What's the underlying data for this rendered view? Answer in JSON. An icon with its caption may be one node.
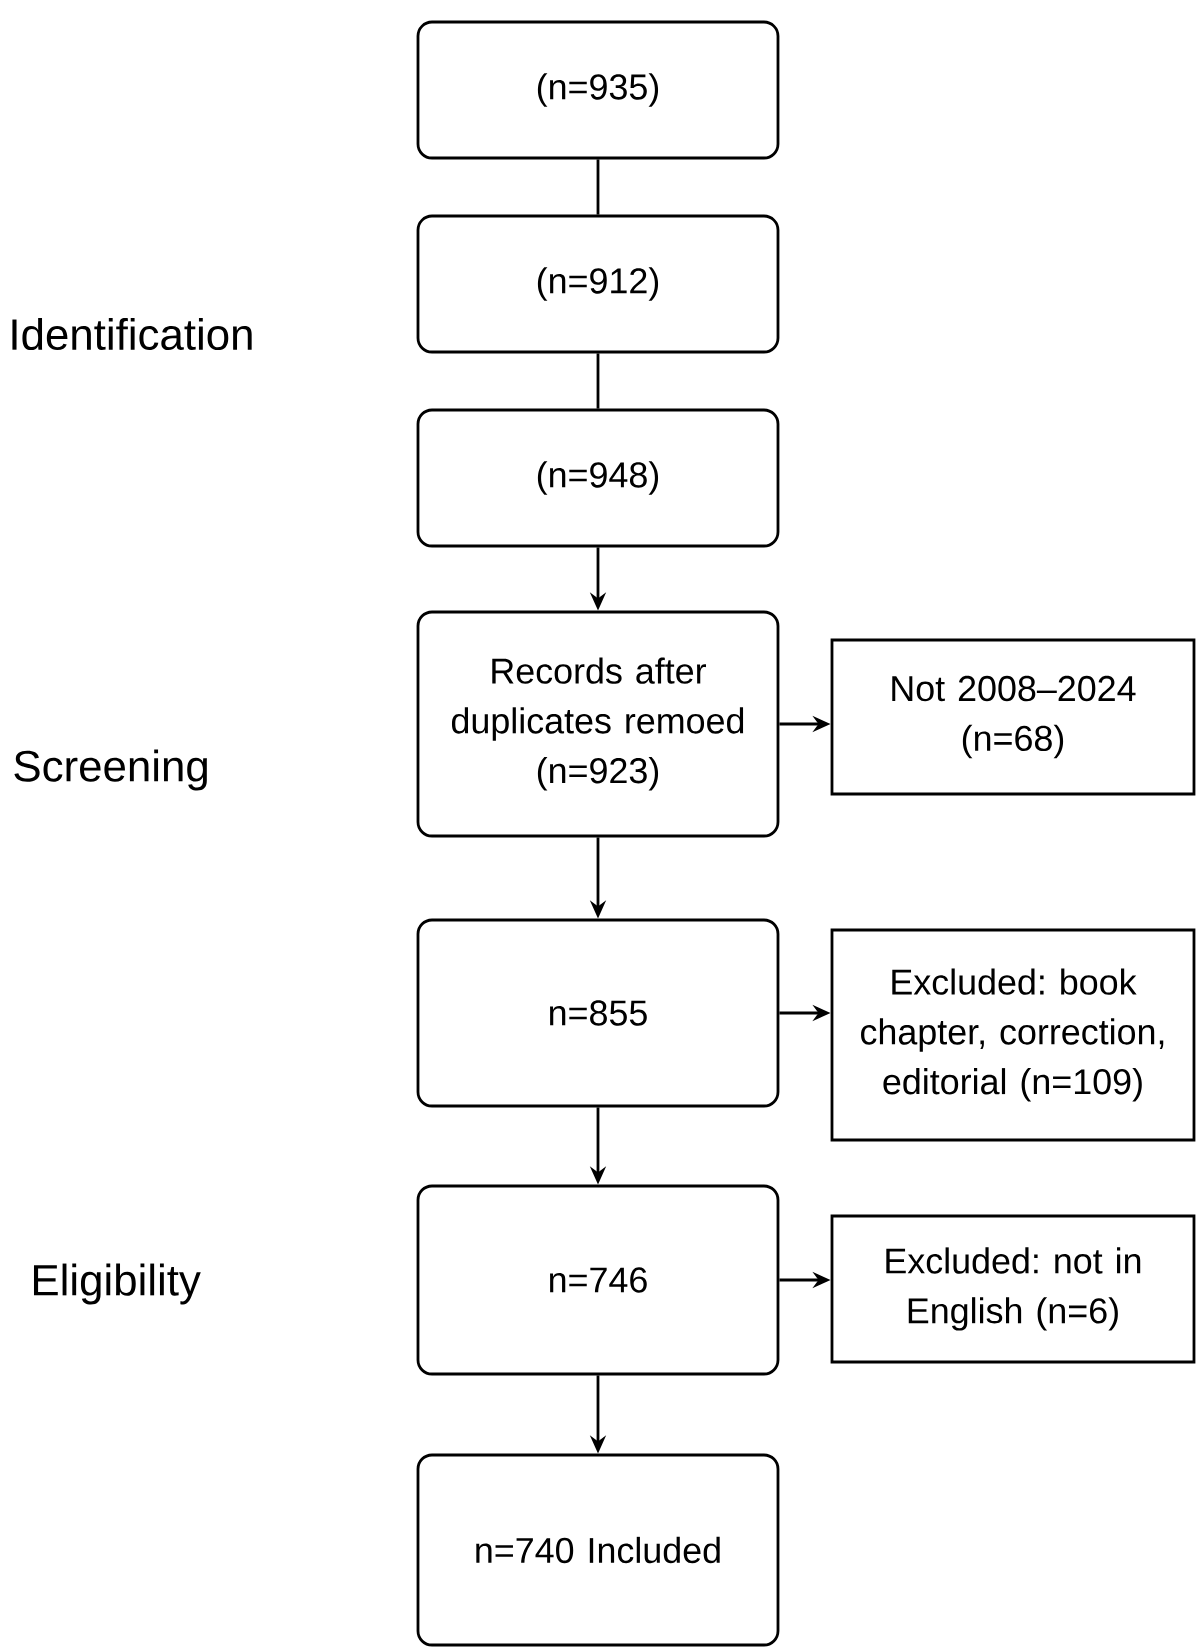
{
  "diagram": {
    "nodes": [
      {
        "text": [
          "(n=935)"
        ]
      },
      {
        "text": [
          "(n=912)"
        ]
      },
      {
        "text": [
          "(n=948)"
        ]
      },
      {
        "text": [
          "Records after duplicates remoed (n=923)"
        ]
      },
      {
        "text": [
          "Not 2008–2024 (n=68)"
        ]
      },
      {
        "text": [
          "n=855"
        ]
      },
      {
        "text": [
          "Excluded: book chapter, correction, editorial (n=109)"
        ]
      },
      {
        "text": [
          "n=746"
        ]
      },
      {
        "text": [
          "Excluded: not in English (n=6)"
        ]
      },
      {
        "text": [
          "n=740 Included"
        ]
      }
    ],
    "edges": [
      {
        "from": 0,
        "to": 1,
        "arrow": "none"
      },
      {
        "from": 1,
        "to": 2,
        "arrow": "none"
      },
      {
        "from": 2,
        "to": 3,
        "arrow": "to"
      },
      {
        "from": 3,
        "to": 4,
        "arrow": "to"
      },
      {
        "from": 3,
        "to": 5,
        "arrow": "to"
      },
      {
        "from": 5,
        "to": 6,
        "arrow": "to"
      },
      {
        "from": 5,
        "to": 7,
        "arrow": "to"
      },
      {
        "from": 7,
        "to": 8,
        "arrow": "to"
      },
      {
        "from": 7,
        "to": 9,
        "arrow": "to"
      }
    ],
    "labels": [
      "Identification",
      "Screening",
      "Eligibility"
    ]
  }
}
